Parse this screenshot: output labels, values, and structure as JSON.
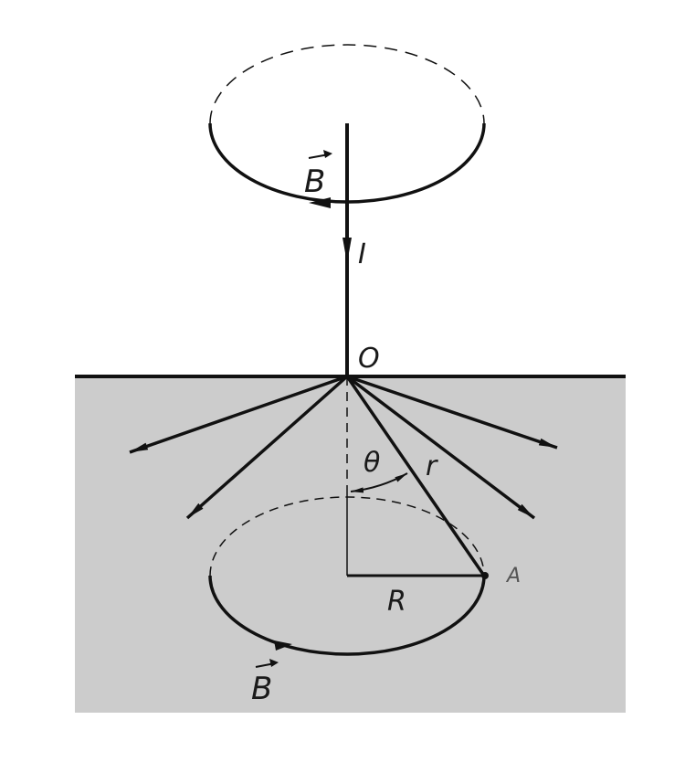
{
  "labels": {
    "field_top": "B",
    "current": "I",
    "origin": "O",
    "angle": "θ",
    "distance": "r",
    "point": "A",
    "radius": "R",
    "field_bottom": "B"
  },
  "colors": {
    "ground_fill": "#cccccc",
    "line": "#111111",
    "background": "#ffffff"
  }
}
